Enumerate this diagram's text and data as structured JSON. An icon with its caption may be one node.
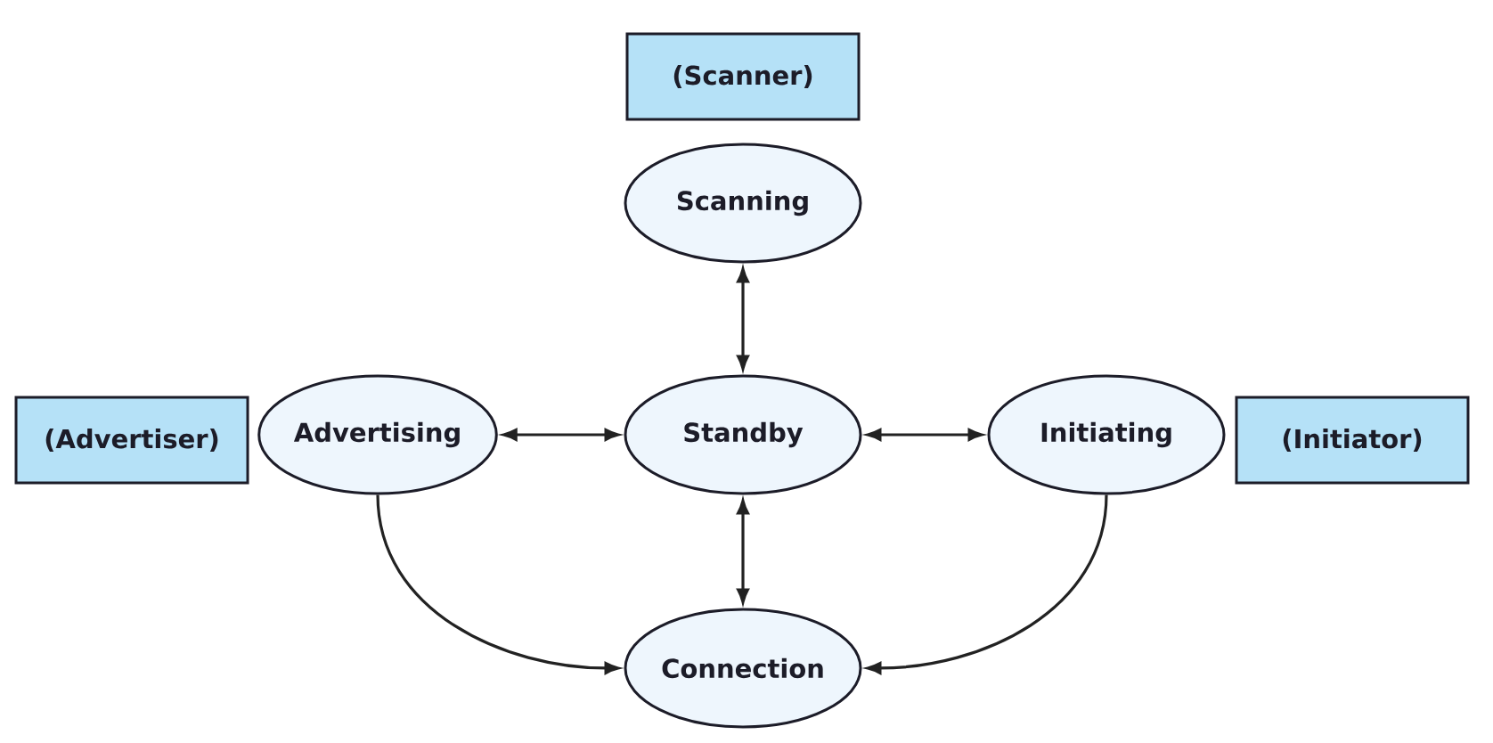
{
  "diagram": {
    "nodes": [
      {
        "text": [
          "(Scanner)"
        ]
      },
      {
        "text": [
          "Scanning"
        ]
      },
      {
        "text": [
          "(Advertiser)"
        ]
      },
      {
        "text": [
          "Advertising"
        ]
      },
      {
        "text": [
          "Standby"
        ]
      },
      {
        "text": [
          "Initiating"
        ]
      },
      {
        "text": [
          "(Initiator)"
        ]
      },
      {
        "text": [
          "Connection"
        ]
      }
    ],
    "edges": [
      {
        "from": 1,
        "to": 4,
        "arrow": "both"
      },
      {
        "from": 3,
        "to": 4,
        "arrow": "both"
      },
      {
        "from": 4,
        "to": 5,
        "arrow": "both"
      },
      {
        "from": 4,
        "to": 7,
        "arrow": "both"
      },
      {
        "from": 3,
        "to": 7,
        "arrow": "to"
      },
      {
        "from": 5,
        "to": 7,
        "arrow": "to"
      }
    ]
  }
}
